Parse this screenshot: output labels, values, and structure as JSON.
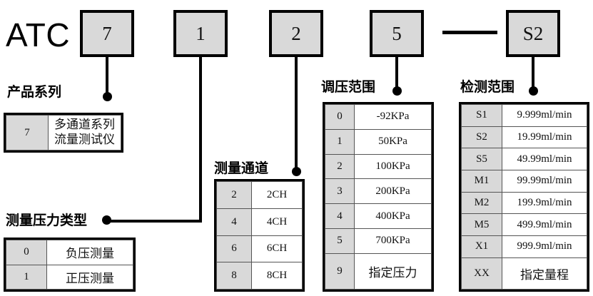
{
  "prefix": "ATC",
  "code_boxes": [
    {
      "value": "7"
    },
    {
      "value": "1"
    },
    {
      "value": "2"
    },
    {
      "value": "5"
    },
    {
      "value": "S2"
    }
  ],
  "separator": "—",
  "sections": {
    "product_series": {
      "caption": "产品系列",
      "rows": [
        {
          "code": "7",
          "value": "多通道系列\n流量测试仪"
        }
      ]
    },
    "pressure_type": {
      "caption": "测量压力类型",
      "rows": [
        {
          "code": "0",
          "value": "负压测量"
        },
        {
          "code": "1",
          "value": "正压测量"
        }
      ]
    },
    "channels": {
      "caption": "测量通道",
      "rows": [
        {
          "code": "2",
          "value": "2CH"
        },
        {
          "code": "4",
          "value": "4CH"
        },
        {
          "code": "6",
          "value": "6CH"
        },
        {
          "code": "8",
          "value": "8CH"
        }
      ]
    },
    "pressure_range": {
      "caption": "调压范围",
      "rows": [
        {
          "code": "0",
          "value": "-92KPa"
        },
        {
          "code": "1",
          "value": "50KPa"
        },
        {
          "code": "2",
          "value": "100KPa"
        },
        {
          "code": "3",
          "value": "200KPa"
        },
        {
          "code": "4",
          "value": "400KPa"
        },
        {
          "code": "5",
          "value": "700KPa"
        },
        {
          "code": "9",
          "value": "指定压力"
        }
      ]
    },
    "detection_range": {
      "caption": "检测范围",
      "rows": [
        {
          "code": "S1",
          "value": "9.999ml/min"
        },
        {
          "code": "S2",
          "value": "19.99ml/min"
        },
        {
          "code": "S5",
          "value": "49.99ml/min"
        },
        {
          "code": "M1",
          "value": "99.99ml/min"
        },
        {
          "code": "M2",
          "value": "199.9ml/min"
        },
        {
          "code": "M5",
          "value": "499.9ml/min"
        },
        {
          "code": "X1",
          "value": "999.9ml/min"
        },
        {
          "code": "XX",
          "value": "指定量程"
        }
      ]
    }
  },
  "colors": {
    "code_fill": "#d9d9d9",
    "line": "#000000",
    "background": "#ffffff"
  }
}
